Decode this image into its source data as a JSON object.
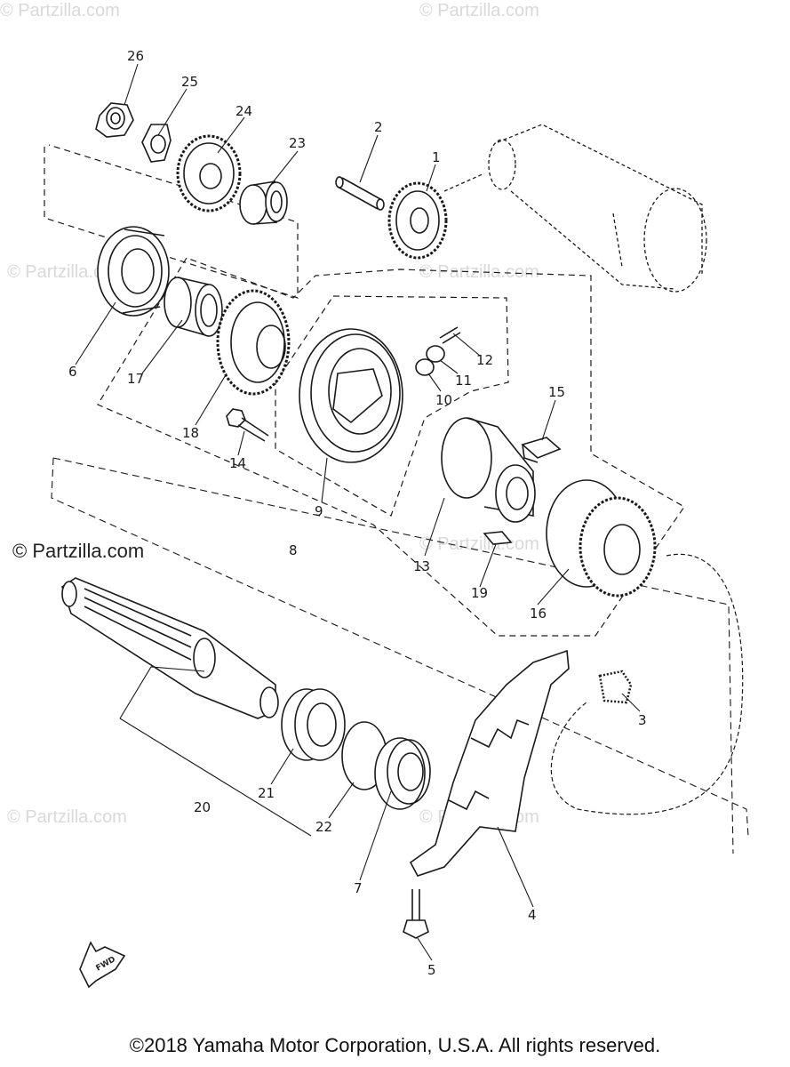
{
  "watermarks": {
    "top_left": "© Partzilla.com",
    "top_right": "© Partzilla.com",
    "mid_left": "© Partzilla.com",
    "mid_center": "© Partzilla.com",
    "main": "© Partzilla.com",
    "mid2_center": "© Partzilla.com",
    "bottom_left": "© Partzilla.com",
    "bottom_center": "© Partzilla.com"
  },
  "find_arrow_text": "FWD",
  "copyright": "©2018 Yamaha Motor Corporation, U.S.A. All rights reserved.",
  "part_numbers": [
    "1",
    "2",
    "3",
    "4",
    "5",
    "6",
    "7",
    "8",
    "9",
    "10",
    "11",
    "12",
    "13",
    "14",
    "15",
    "16",
    "17",
    "18",
    "19",
    "20",
    "21",
    "22",
    "23",
    "24",
    "25",
    "26"
  ]
}
